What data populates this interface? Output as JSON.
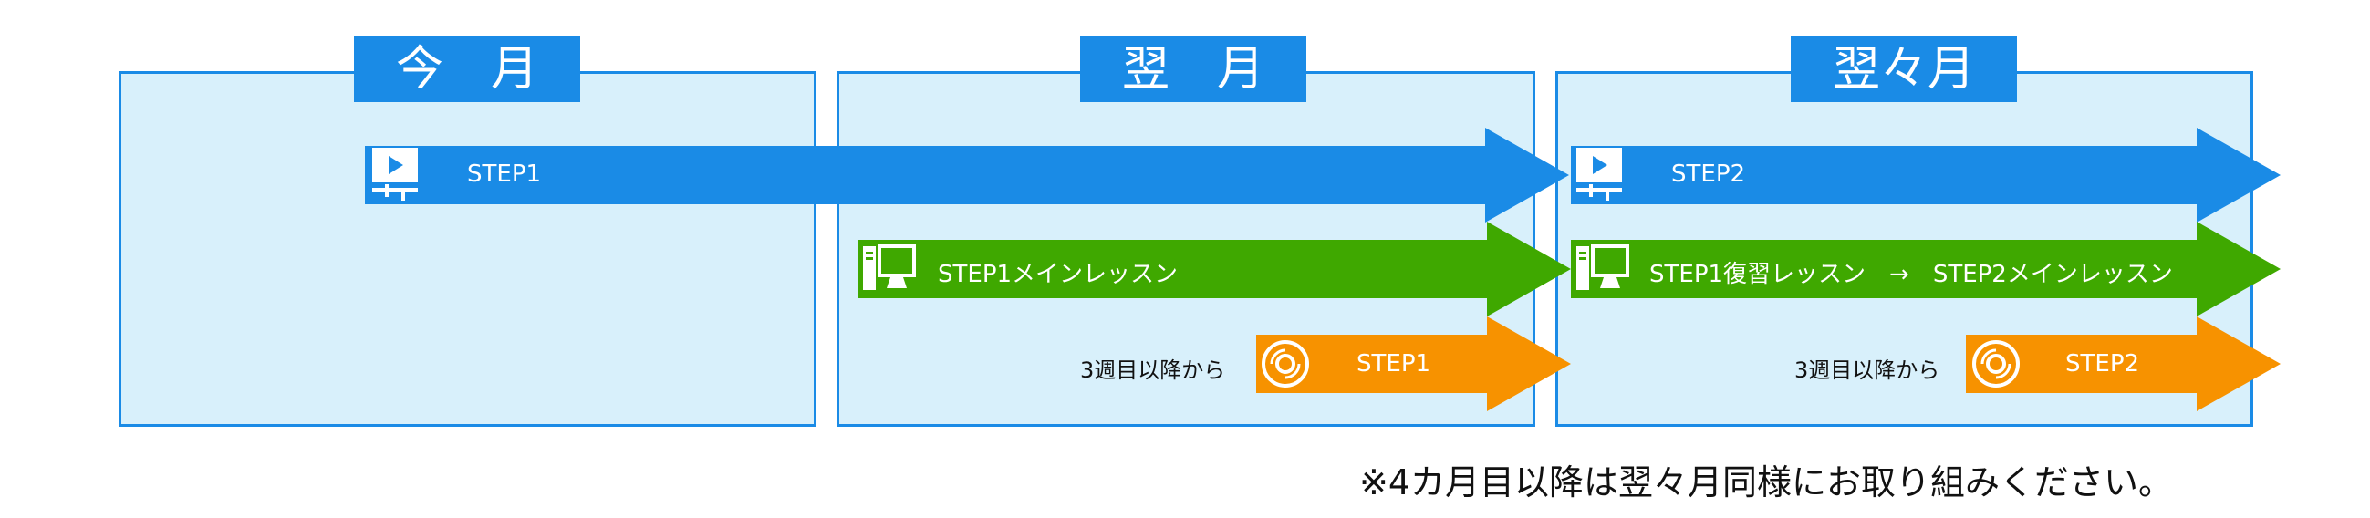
{
  "months": {
    "current": "今　月",
    "next": "翌　月",
    "following": "翌々月"
  },
  "rows": {
    "video1": {
      "label": "STEP1",
      "icon": "video-tutorial-icon"
    },
    "video2": {
      "label": "STEP2",
      "icon": "video-tutorial-icon"
    },
    "pc1": {
      "label": "STEP1メインレッスン",
      "icon": "computer-icon"
    },
    "pc2": {
      "label": "STEP1復習レッスン　→　STEP2メインレッスン",
      "icon": "computer-icon"
    },
    "cd1": {
      "label": "STEP1",
      "icon": "disc-icon",
      "prefix": "3週目以降から"
    },
    "cd2": {
      "label": "STEP2",
      "icon": "disc-icon",
      "prefix": "3週目以降から"
    }
  },
  "footer": "※4カ月目以降は翌々月同様にお取り組みください。",
  "colors": {
    "blue": "#1a8be6",
    "green": "#3fa800",
    "orange": "#f79200",
    "box_fill": "#d8f0fb"
  }
}
